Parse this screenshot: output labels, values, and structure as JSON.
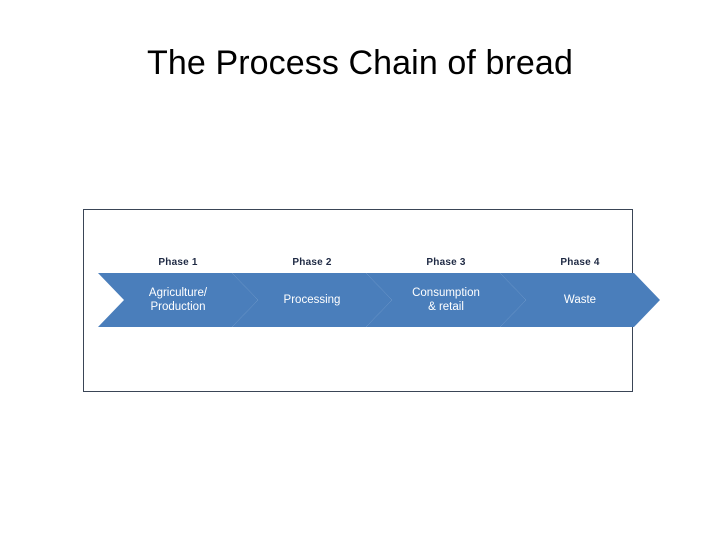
{
  "slide": {
    "title": "The Process Chain of bread",
    "background_color": "#ffffff",
    "title_color": "#000000"
  },
  "diagram": {
    "type": "process-chain-chevrons",
    "frame_border_color": "#3a4556",
    "chevron_fill_color": "#4a7ebb",
    "chevron_text_color": "#ffffff",
    "phase_label_color": "#1f2a44",
    "phases": [
      {
        "label": "Phase 1",
        "name": "Agriculture/\nProduction"
      },
      {
        "label": "Phase 2",
        "name": "Processing"
      },
      {
        "label": "Phase 3",
        "name": "Consumption\n& retail"
      },
      {
        "label": "Phase 4",
        "name": "Waste"
      }
    ]
  }
}
